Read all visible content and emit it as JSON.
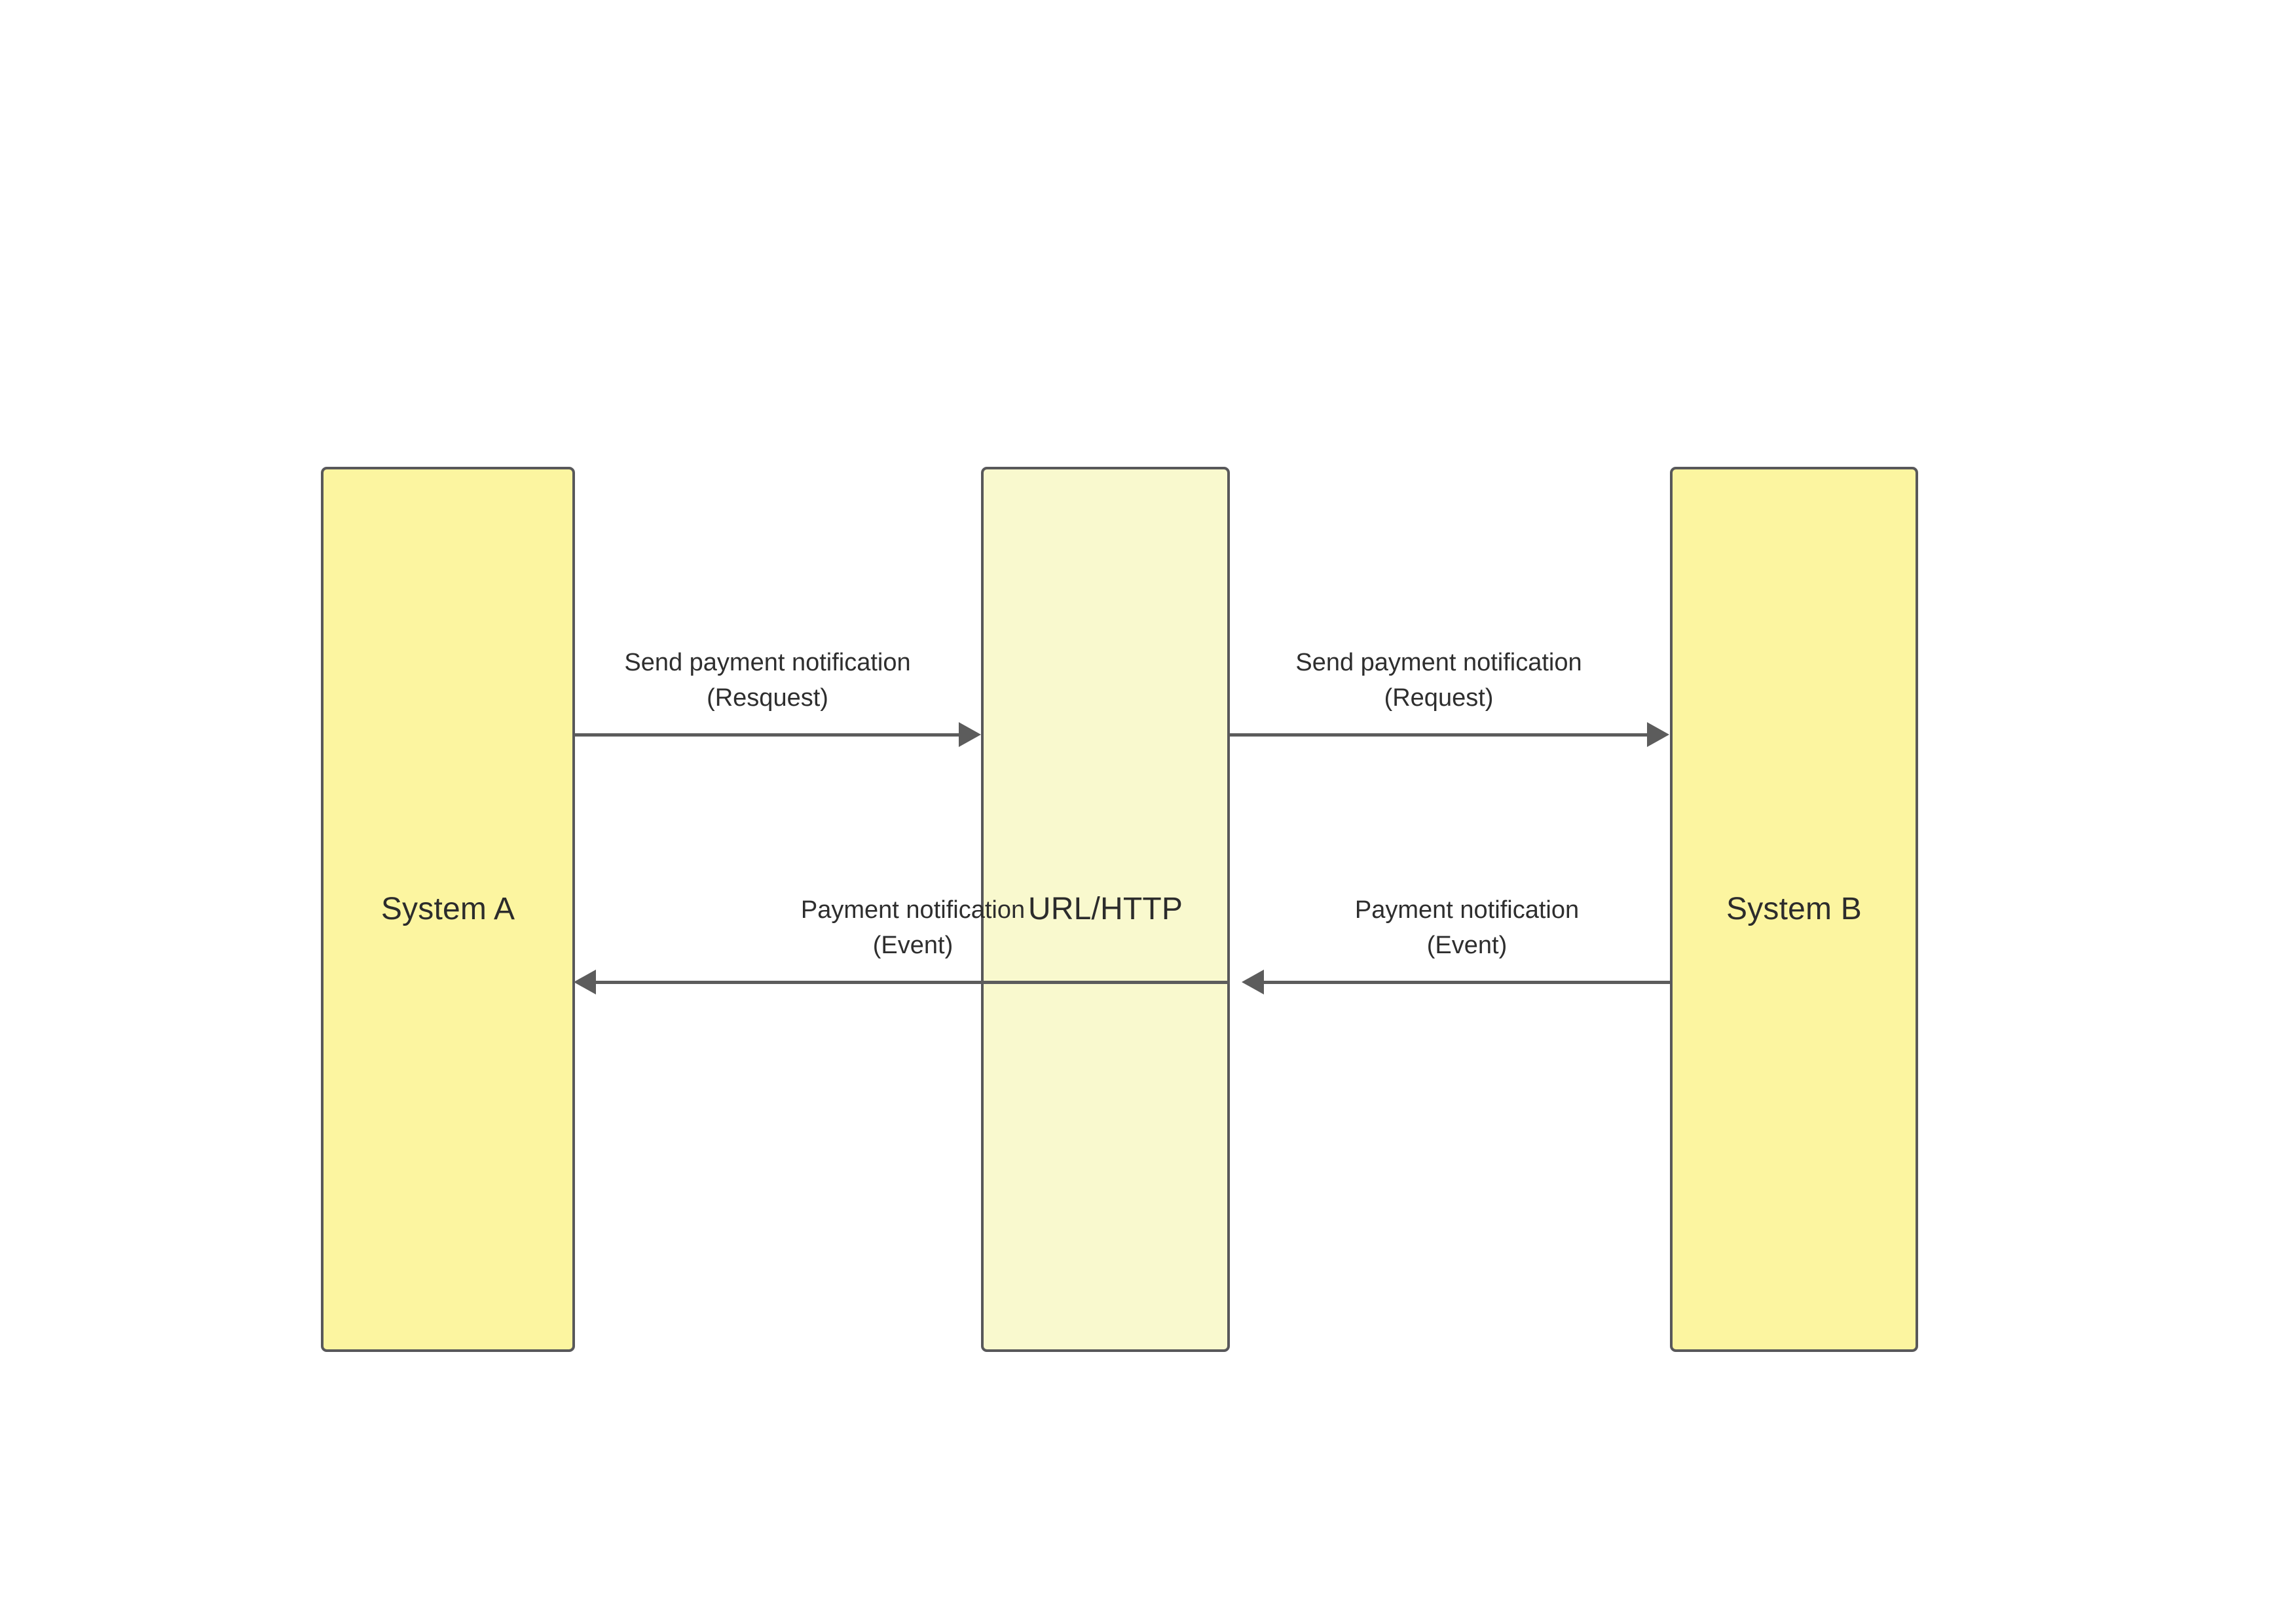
{
  "diagram": {
    "type": "sequence-interaction-diagram",
    "background_color": "#ffffff",
    "border_color": "#58585a",
    "arrow_color": "#5c5c5c",
    "text_color": "#2e2e2e",
    "nodes": [
      {
        "id": "system-a",
        "label": "System A",
        "fill": "#fcf5a0"
      },
      {
        "id": "url-http",
        "label": "URL/HTTP",
        "fill": "#f9f9ce"
      },
      {
        "id": "system-b",
        "label": "System B",
        "fill": "#fcf5a0"
      }
    ],
    "edges": [
      {
        "id": "a-to-url",
        "from": "system-a",
        "to": "url-http",
        "direction": "right",
        "line1": "Send payment notification",
        "line2": "(Resquest)"
      },
      {
        "id": "url-to-b",
        "from": "url-http",
        "to": "system-b",
        "direction": "right",
        "line1": "Send payment notification",
        "line2": "(Request)"
      },
      {
        "id": "url-to-a",
        "from": "url-http",
        "to": "system-a",
        "direction": "left",
        "line1": "Payment notification",
        "line2": "(Event)"
      },
      {
        "id": "b-to-url",
        "from": "system-b",
        "to": "url-http",
        "direction": "left",
        "line1": "Payment notification",
        "line2": "(Event)"
      }
    ]
  }
}
